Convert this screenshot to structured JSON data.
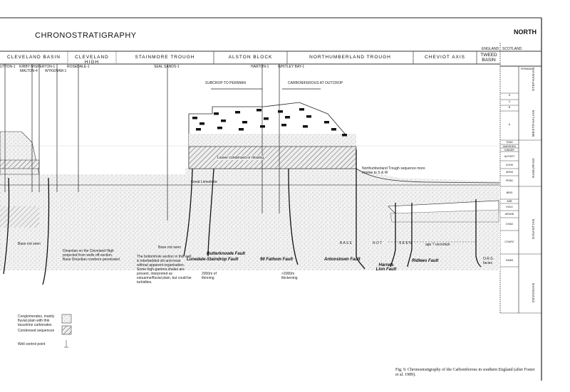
{
  "title": "CHRONOSTRATIGRAPHY",
  "title_right": "NORTH",
  "border_labels": {
    "england": "ENGLAND",
    "scotland": "SCOTLAND"
  },
  "regions": [
    "CLEVELAND   BASIN",
    "CLEVELAND   HIGH",
    "STAINMORE   TROUGH",
    "ALSTON   BLOCK",
    "NORTHUMBERLAND   TROUGH",
    "CHEVIOT   AXIS",
    "TWEED BASIN"
  ],
  "wells": [
    "UTTON-1",
    "KIRBY MISPERTON-1",
    "MALTON-4",
    "WYKEHAM-1",
    "ROSEDALE-1",
    "SEAL SANDS-1",
    "HARTON-1",
    "WHITLEY BAY-1"
  ],
  "annotations": {
    "subcrop": "SUBCROP TO PERMIAN",
    "outcrop": "CARBONIFEROUS AT OUTCROP",
    "lesser": "Lesser condensed or missing",
    "great_limestone": "Great    Limestone",
    "northumberland_note": "Northumberland Trough sequence more marine to S & W",
    "base_not_seen_1": "Base not seen",
    "base_not_seen_2": "Base not seen",
    "dinantian_note": "Dinantian on the Cleveland High projected from wells off-section. Base Dinantian nowhere penetrated",
    "bottomhole_note": "The bottomhole section in this well is interbedded silt and meat without apparent organisation. Some high-gamma shales are present, interpreted as estuarine/fluvial plain, but could be turbidites.",
    "thinning_1": "2000m of thinning",
    "thinning_2": ">2000m thickening",
    "base_not_seen_3": "B A S E",
    "base_not_seen_4": "N O T",
    "base_not_seen_5": "S E E N",
    "age_uncertain": "age   ?  uncertain",
    "ors": "O.R.S. facies"
  },
  "faults": [
    "Butterknowle Fault",
    "Lunedale-Staindrop Fault",
    "90 Fathom Fault",
    "Antonstown Fault",
    "Harrets Linn Fault",
    "Ridlees Fault"
  ],
  "stratigraphy": {
    "systems": [
      "PERMIAN",
      "STEPHANIAN",
      "WESTPHALIAN",
      "NAMURIAN",
      "DINANTIAN",
      "DEVONIAN"
    ],
    "stages": [
      "D",
      "C",
      "B",
      "A",
      "YEAD",
      "MARSDEN",
      "KINDER",
      "ALPORT",
      "CHOK",
      "ARNS",
      "PEND",
      "BRIG",
      "ASB",
      "HOLK",
      "ARUND",
      "CHAD",
      "COURC",
      "FAMM"
    ]
  },
  "legend": [
    {
      "label": "Conglomerates, mainly fluvial plain with thin lacustrine carbonates"
    },
    {
      "label": "Condensed sequences"
    },
    {
      "label": "Well control point"
    }
  ],
  "caption": "Fig. 9. Chronostratigraphy of the Carboniferous in southern England (after Foster et al. 1989)."
}
